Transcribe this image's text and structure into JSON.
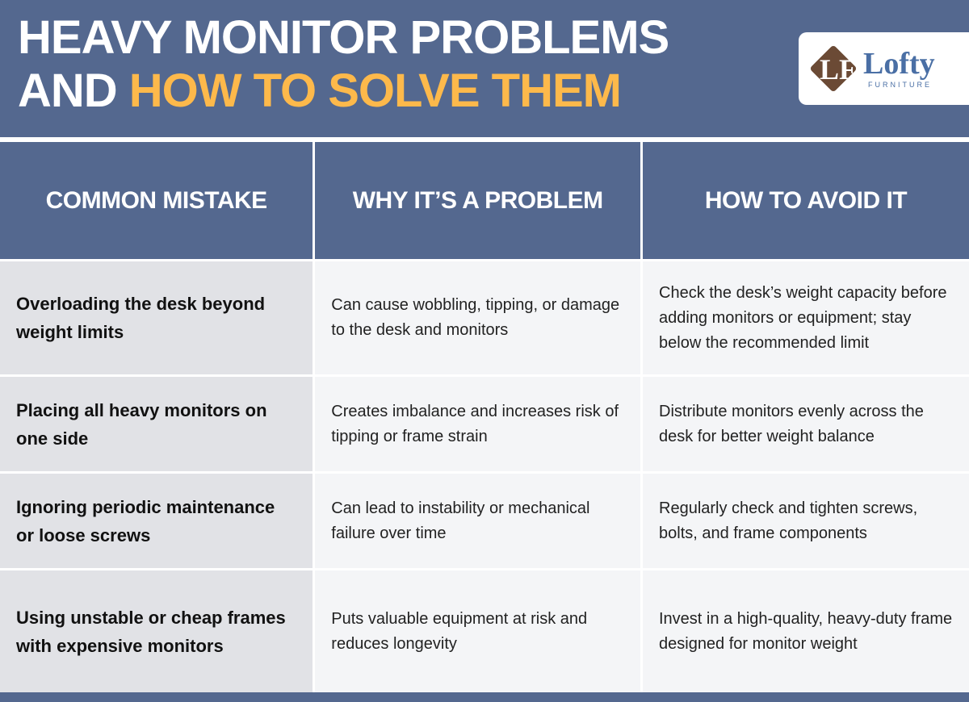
{
  "title": {
    "line1": "HEAVY MONITOR PROBLEMS",
    "line2_prefix": "AND ",
    "line2_highlight": "HOW TO SOLVE THEM"
  },
  "logo": {
    "mark": "LF",
    "name": "Lofty",
    "sub": "FURNITURE"
  },
  "colors": {
    "header": "#54688f",
    "accent": "#fdb94b"
  },
  "table": {
    "headers": [
      "COMMON MISTAKE",
      "WHY IT’S A PROBLEM",
      "HOW TO AVOID IT"
    ],
    "rows": [
      [
        "Overloading the desk beyond weight limits",
        "Can cause wobbling, tipping, or damage to the desk and monitors",
        "Check the desk’s weight capacity before adding monitors or equipment; stay below the recommended limit"
      ],
      [
        "Placing all heavy monitors on one side",
        "Creates imbalance and increases risk of tipping or frame strain",
        "Distribute monitors evenly across the desk for better weight balance"
      ],
      [
        "Ignoring periodic maintenance or loose screws",
        "Can lead to instability or mechanical failure over time",
        "Regularly check and tighten screws, bolts, and frame components"
      ],
      [
        "Using unstable or cheap frames with expensive monitors",
        "Puts valuable equipment at risk and reduces longevity",
        "Invest in a high-quality, heavy-duty frame designed for monitor weight"
      ]
    ]
  }
}
